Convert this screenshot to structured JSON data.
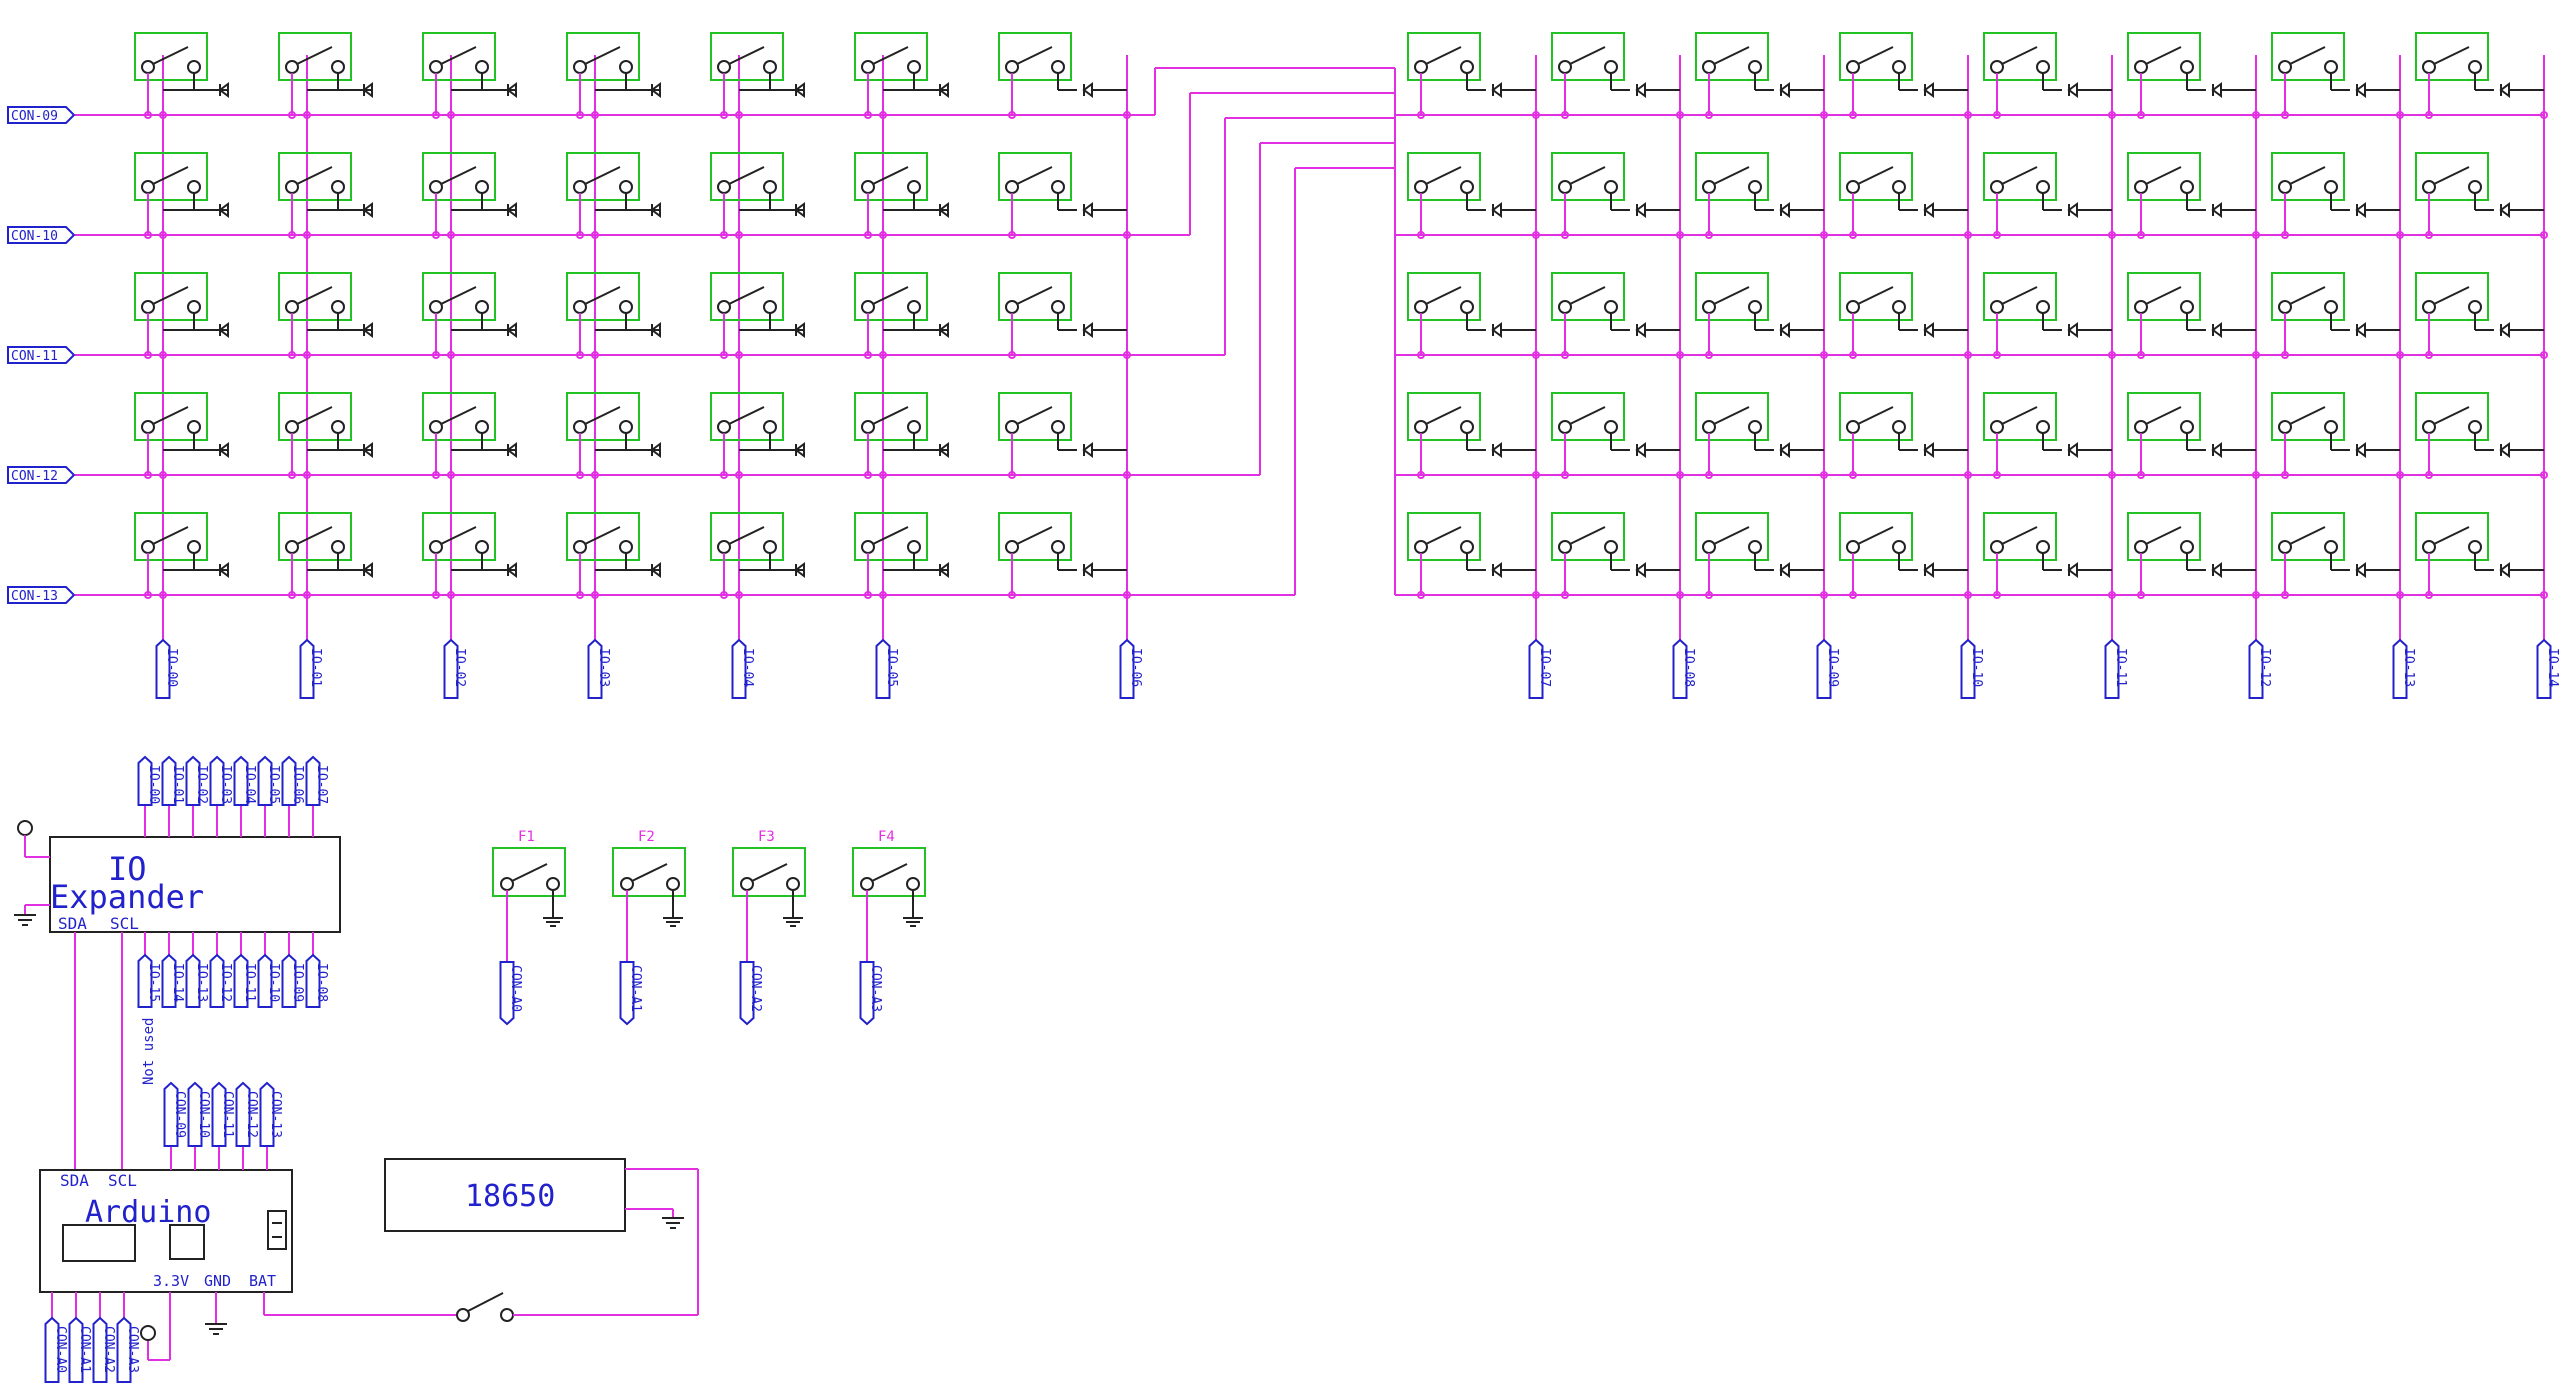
{
  "colors": {
    "wire": "#e22fe2",
    "switch_frame": "#22c222",
    "label": "#2222cc",
    "component": "#222222",
    "background": "#ffffff"
  },
  "row_connectors": [
    "CON-09",
    "CON-10",
    "CON-11",
    "CON-12",
    "CON-13"
  ],
  "column_connectors": [
    "IO-00",
    "IO-01",
    "IO-02",
    "IO-03",
    "IO-04",
    "IO-05",
    "IO-06",
    "IO-07",
    "IO-08",
    "IO-09",
    "IO-10",
    "IO-11",
    "IO-12",
    "IO-13",
    "IO-14"
  ],
  "io_expander": {
    "title_line1": "IO",
    "title_line2": "Expander",
    "pin_sda": "SDA",
    "pin_scl": "SCL",
    "top_pins": [
      "IO-00",
      "IO-01",
      "IO-02",
      "IO-03",
      "IO-04",
      "IO-05",
      "IO-06",
      "IO-07"
    ],
    "bottom_pins": [
      "IO-15",
      "IO-14",
      "IO-13",
      "IO-12",
      "IO-11",
      "IO-10",
      "IO-09",
      "IO-08"
    ]
  },
  "not_used_label": "Not used",
  "function_switches": [
    {
      "name": "F1",
      "connector": "CON-A0"
    },
    {
      "name": "F2",
      "connector": "CON-A1"
    },
    {
      "name": "F3",
      "connector": "CON-A2"
    },
    {
      "name": "F4",
      "connector": "CON-A3"
    }
  ],
  "arduino": {
    "title": "Arduino",
    "pin_sda": "SDA",
    "pin_scl": "SCL",
    "pin_3v3": "3.3V",
    "pin_gnd": "GND",
    "pin_bat": "BAT",
    "top_pins": [
      "CON-09",
      "CON-10",
      "CON-11",
      "CON-12",
      "CON-13"
    ],
    "bottom_pins": [
      "CON-A0",
      "CON-A1",
      "CON-A2",
      "CON-A3"
    ]
  },
  "battery": {
    "label": "18650"
  }
}
